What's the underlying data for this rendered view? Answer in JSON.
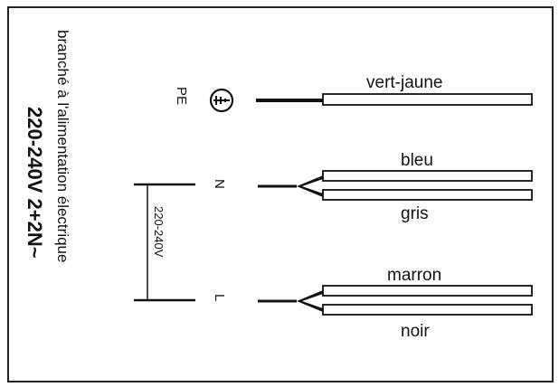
{
  "diagram": {
    "supply_label": "branché à l'alimentation électrique",
    "voltage_label": "220-240V  2+2N~",
    "span_voltage_label": "220-240V",
    "terminals": {
      "pe": "PE",
      "n": "N",
      "l": "L"
    },
    "wires": {
      "green_yellow": "vert-jaune",
      "blue": "bleu",
      "grey": "gris",
      "brown": "marron",
      "black": "noir"
    }
  }
}
